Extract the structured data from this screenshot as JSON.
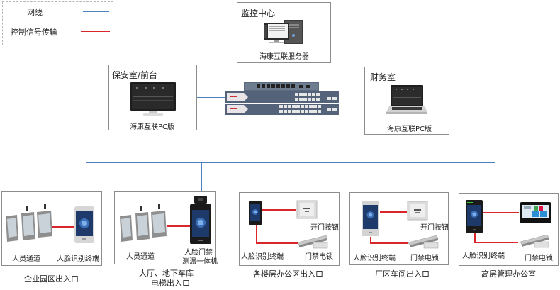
{
  "legend": {
    "items": [
      {
        "label": "网线",
        "color": "#4f81bd"
      },
      {
        "label": "控制信号传输",
        "color": "#d9262b"
      }
    ]
  },
  "monitor_center": {
    "title": "监控中心",
    "device_label": "海康互联服务器"
  },
  "security_room": {
    "title": "保安室/前台",
    "device_label": "海康互联PC版"
  },
  "finance_room": {
    "title": "财务室",
    "device_label": "海康互联PC版"
  },
  "switches": {
    "icon": "network-switch-icon",
    "count": 3
  },
  "zones": [
    {
      "caption": "企业园区出入口",
      "devices": [
        {
          "label": "人员通道",
          "icon": "turnstile-icon"
        },
        {
          "label": "人脸识别终端",
          "icon": "face-terminal-icon"
        }
      ]
    },
    {
      "caption_lines": [
        "大厅、地下车库",
        "电梯出入口"
      ],
      "devices": [
        {
          "label": "人员通道",
          "icon": "turnstile-icon"
        },
        {
          "label_lines": [
            "人脸门禁",
            "测温一体机"
          ],
          "icon": "thermal-face-terminal-icon"
        }
      ]
    },
    {
      "caption": "各楼层办公区出入口",
      "devices": [
        {
          "label": "人脸识别终端",
          "icon": "face-terminal-icon"
        },
        {
          "label": "开门按钮",
          "icon": "exit-button-icon"
        },
        {
          "label": "门禁电锁",
          "icon": "magnetic-lock-icon"
        }
      ]
    },
    {
      "caption": "厂区车间出入口",
      "devices": [
        {
          "label": "人脸识别终端",
          "icon": "face-terminal-icon"
        },
        {
          "label": "开门按钮",
          "icon": "exit-button-icon"
        },
        {
          "label": "门禁电锁",
          "icon": "magnetic-lock-icon"
        }
      ]
    },
    {
      "caption": "高层管理办公室",
      "devices": [
        {
          "label": "人脸识别终端",
          "icon": "face-terminal-icon"
        },
        {
          "label": "",
          "icon": "indoor-station-icon"
        },
        {
          "label": "门禁电锁",
          "icon": "magnetic-lock-icon"
        }
      ]
    }
  ]
}
